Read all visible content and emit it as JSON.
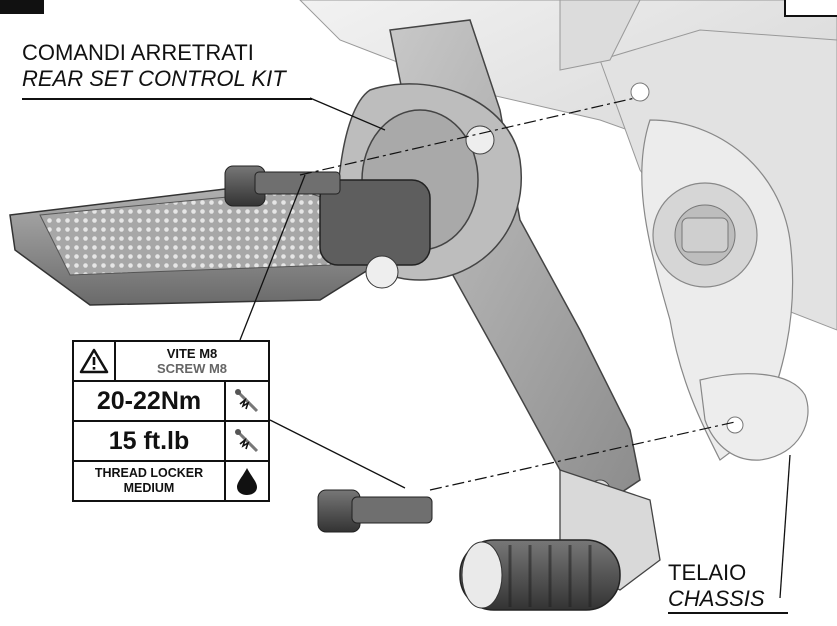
{
  "callouts": {
    "kit_it": "COMANDI ARRETRATI",
    "kit_en": "REAR SET CONTROL KIT",
    "chassis_it": "TELAIO",
    "chassis_en": "CHASSIS"
  },
  "spec_table": {
    "screw_it": "VITE M8",
    "screw_en": "SCREW M8",
    "torque_nm": "20-22Nm",
    "torque_ftlb": "15 ft.lb",
    "thread_locker": "THREAD LOCKER",
    "locker_grade": "MEDIUM"
  },
  "icons": {
    "warning": "warning-triangle-icon",
    "torque": "torque-wrench-icon",
    "drop": "thread-locker-drop-icon"
  },
  "colors": {
    "ink": "#111111",
    "part_grey": "#9a9a9a",
    "background": "#ffffff"
  }
}
